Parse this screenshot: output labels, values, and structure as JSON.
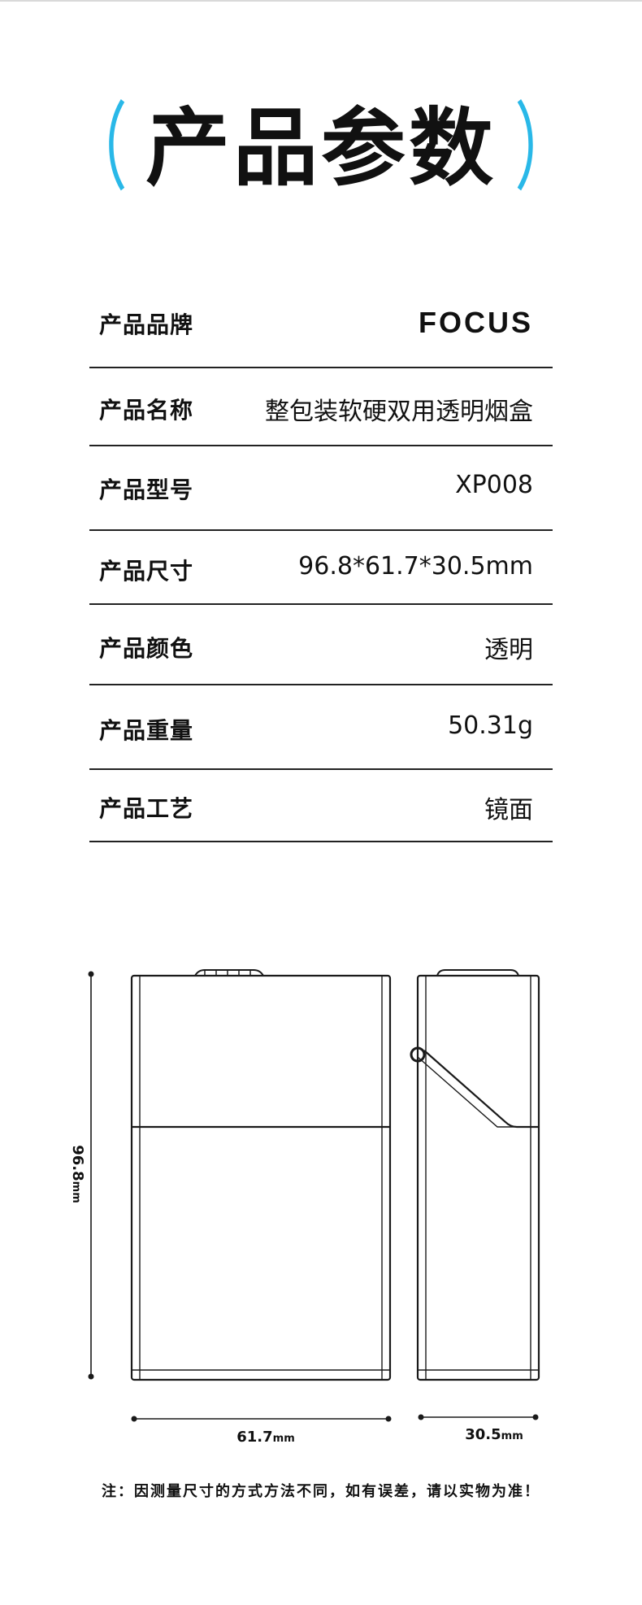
{
  "accent": "#29b8e8",
  "title": {
    "open": "（",
    "text": "产品参数",
    "close": "）"
  },
  "params": [
    {
      "label": "产品品牌",
      "value": "FOCUS"
    },
    {
      "label": "产品名称",
      "value": "整包装软硬双用透明烟盒"
    },
    {
      "label": "产品型号",
      "value": "XP008"
    },
    {
      "label": "产品尺寸",
      "value": "96.8*61.7*30.5mm"
    },
    {
      "label": "产品颜色",
      "value": "透明"
    },
    {
      "label": "产品重量",
      "value": "50.31g"
    },
    {
      "label": "产品工艺",
      "value": "镜面"
    }
  ],
  "dimensions": {
    "height": {
      "number": "96.8",
      "unit": "mm"
    },
    "width": {
      "number": "61.7",
      "unit": "mm"
    },
    "depth": {
      "number": "30.5",
      "unit": "mm"
    }
  },
  "note": "注：因测量尺寸的方式方法不同，如有误差，请以实物为准！"
}
